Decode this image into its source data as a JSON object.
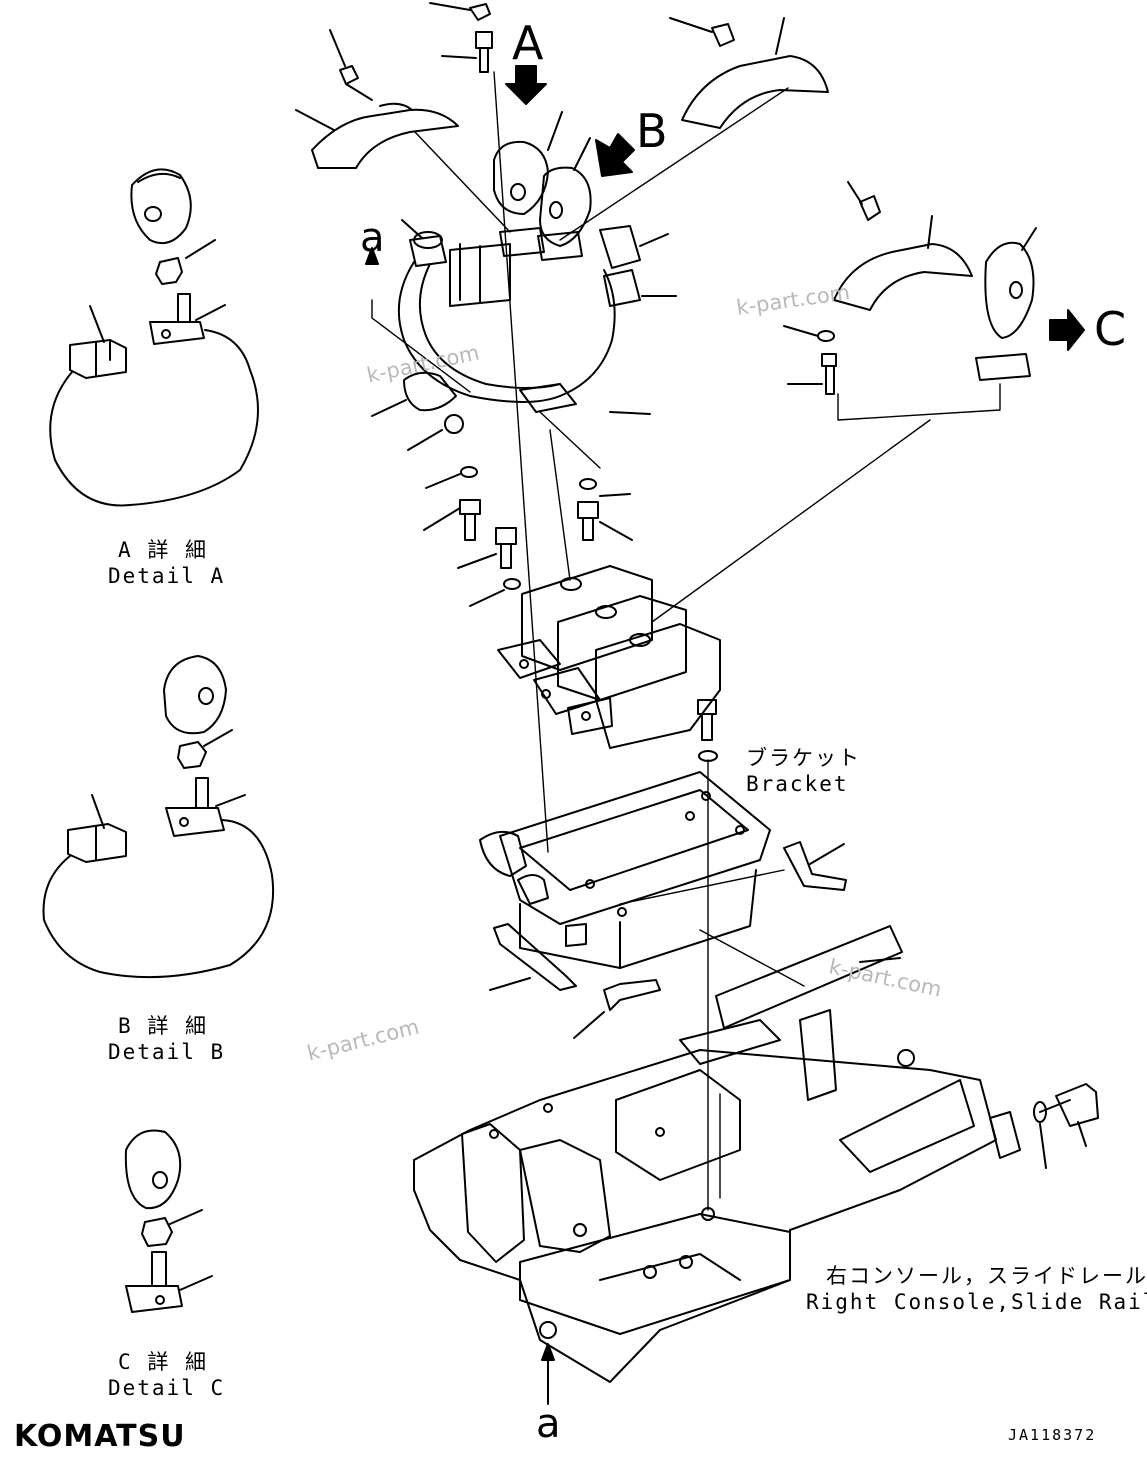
{
  "views": {
    "a": "A",
    "b": "B",
    "c": "C",
    "section": "a"
  },
  "details": {
    "a_jp": "A 詳 細",
    "a_en": "Detail A",
    "b_jp": "B 詳 細",
    "b_en": "Detail B",
    "c_jp": "C 詳 細",
    "c_en": "Detail C"
  },
  "labels": {
    "bracket_jp": "ブラケット",
    "bracket_en": "Bracket",
    "console_jp": "右コンソール，スライドレール",
    "console_en": "Right Console,Slide Rail"
  },
  "watermark": "k-part.com",
  "brand": "KOMATSU",
  "drawing_number": "JA118372",
  "colors": {
    "line": "#000000",
    "watermark": "#b9b9b9",
    "fill": "#ffffff"
  }
}
